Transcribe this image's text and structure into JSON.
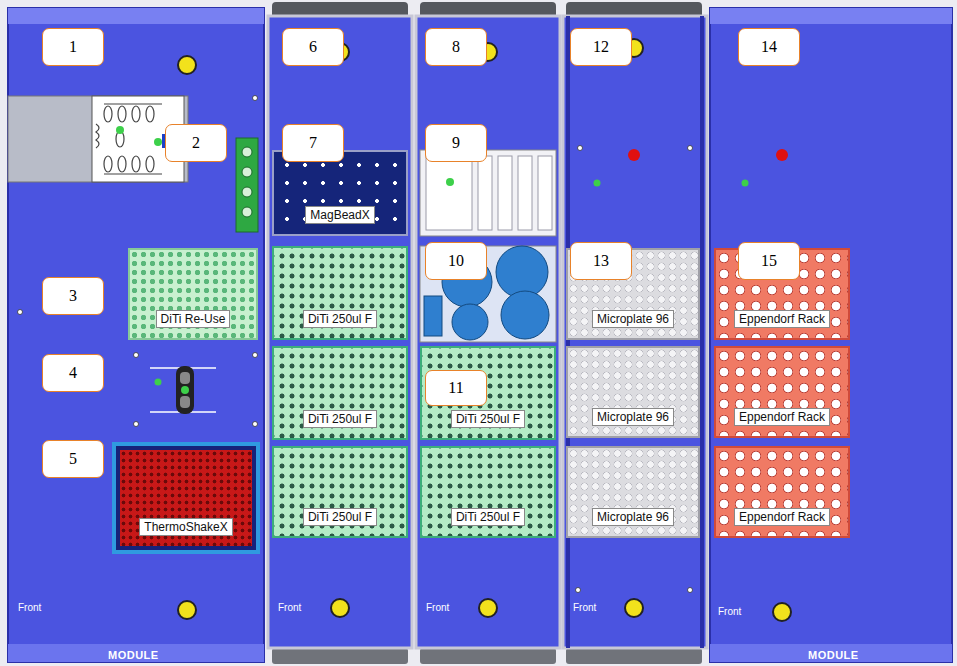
{
  "diagram": {
    "nodes": [
      {
        "text": [
          "1"
        ]
      },
      {
        "text": [
          "2"
        ]
      },
      {
        "text": [
          "3"
        ]
      },
      {
        "text": [
          "4"
        ]
      },
      {
        "text": [
          "5"
        ]
      },
      {
        "text": [
          "6"
        ]
      },
      {
        "text": [
          "7"
        ]
      },
      {
        "text": [
          "8"
        ]
      },
      {
        "text": [
          "9"
        ]
      },
      {
        "text": [
          "10"
        ]
      },
      {
        "text": [
          "11"
        ]
      },
      {
        "text": [
          "12"
        ]
      },
      {
        "text": [
          "13"
        ]
      },
      {
        "text": [
          "14"
        ]
      },
      {
        "text": [
          "15"
        ]
      },
      {
        "text": [
          "DiTi Re-Use"
        ]
      },
      {
        "text": [
          "ThermoShakeX"
        ]
      },
      {
        "text": [
          "MagBeadX"
        ]
      },
      {
        "text": [
          "DiTi 250ul F"
        ]
      },
      {
        "text": [
          "DiTi 250ul F"
        ]
      },
      {
        "text": [
          "DiTi 250ul F"
        ]
      },
      {
        "text": [
          "DiTi 250ul F"
        ]
      },
      {
        "text": [
          "DiTi 250ul F"
        ]
      },
      {
        "text": [
          "Microplate 96"
        ]
      },
      {
        "text": [
          "Microplate 96"
        ]
      },
      {
        "text": [
          "Microplate 96"
        ]
      },
      {
        "text": [
          "Eppendorf Rack"
        ]
      },
      {
        "text": [
          "Eppendorf Rack"
        ]
      },
      {
        "text": [
          "Eppendorf Rack"
        ]
      }
    ],
    "labels": [
      "Front",
      "Front",
      "Front",
      "Front",
      "Front",
      "MODULE",
      "MODULE"
    ]
  }
}
